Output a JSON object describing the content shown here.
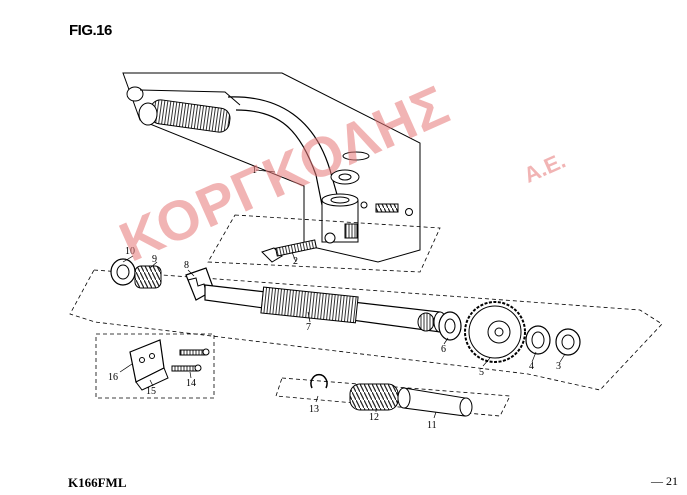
{
  "figure": {
    "title": "FIG.16"
  },
  "footer": {
    "model": "K166FML",
    "page": "— 21"
  },
  "watermark": {
    "text": "ΚΟΡΓΚΟΛΗΣ",
    "suffix": "Α.Ε."
  },
  "callouts": [
    {
      "id": "1",
      "label": "1"
    },
    {
      "id": "2",
      "label": "2"
    },
    {
      "id": "3",
      "label": "3"
    },
    {
      "id": "4",
      "label": "4"
    },
    {
      "id": "5",
      "label": "5"
    },
    {
      "id": "6",
      "label": "6"
    },
    {
      "id": "7",
      "label": "7"
    },
    {
      "id": "8",
      "label": "8"
    },
    {
      "id": "9",
      "label": "9"
    },
    {
      "id": "10",
      "label": "10"
    },
    {
      "id": "11",
      "label": "11"
    },
    {
      "id": "12",
      "label": "12"
    },
    {
      "id": "13",
      "label": "13"
    },
    {
      "id": "14",
      "label": "14"
    },
    {
      "id": "15",
      "label": "15"
    },
    {
      "id": "16",
      "label": "16"
    }
  ],
  "colors": {
    "line": "#000000",
    "watermark": "#e77878",
    "hatch": "#555555"
  }
}
